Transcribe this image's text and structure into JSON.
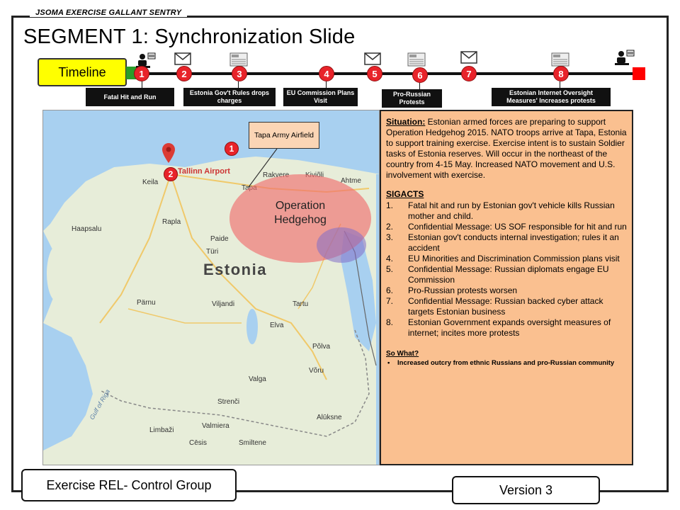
{
  "header": {
    "top_label": "JSOMA EXERCISE GALLANT SENTRY",
    "title": "SEGMENT 1:  Synchronization Slide"
  },
  "timeline": {
    "label": "Timeline",
    "markers": [
      "1",
      "2",
      "3",
      "4",
      "5",
      "6",
      "7",
      "8"
    ],
    "events": [
      "Fatal Hit and Run",
      "Estonia Gov't Rules drops charges",
      "EU Commission Plans Visit",
      "Pro-Russian Protests",
      "Estonian Internet Oversight Measures' Increases protests"
    ],
    "colors": {
      "start": "#2a9d2a",
      "end": "#ff0000",
      "marker": "#e8232a",
      "label_box": "#ffff00"
    }
  },
  "map": {
    "country": "Estonia",
    "callout": "Tapa Army Airfield",
    "operation": "Operation Hedgehog",
    "airport": "Tallinn Airport",
    "markers": [
      "1",
      "2"
    ],
    "places": [
      "Keila",
      "Rakvere",
      "Kiviõli",
      "Ahtme",
      "Tapa",
      "Haapsalu",
      "Rapla",
      "Paide",
      "Türi",
      "Pärnu",
      "Viljandi",
      "Tartu",
      "Elva",
      "Põlva",
      "Võru",
      "Valga",
      "Strenči",
      "Limbaži",
      "Valmiera",
      "Cēsis",
      "Smiltene",
      "Alūksne"
    ],
    "water": "Gulf of Riga"
  },
  "panel": {
    "situation_head": "Situation:",
    "situation_text": " Estonian armed forces are preparing to support Operation Hedgehog 2015. NATO troops arrive at Tapa, Estonia to support training exercise. Exercise intent is to sustain Soldier tasks of Estonia reserves. Will occur in the northeast of the country from 4-15 May. Increased NATO movement and U.S. involvement with exercise.",
    "sigacts_head": "SIGACTS",
    "sigacts": [
      {
        "num": "1.",
        "text": "Fatal hit and run by Estonian gov't vehicle kills Russian mother and child."
      },
      {
        "num": "2.",
        "text": "Confidential Message:  US SOF responsible for hit and run"
      },
      {
        "num": "3.",
        "text": "Estonian gov't conducts internal investigation; rules it an accident"
      },
      {
        "num": "4.",
        "text": "EU Minorities and Discrimination Commission plans visit"
      },
      {
        "num": "5.",
        "text": "Confidential Message:  Russian diplomats engage EU Commission"
      },
      {
        "num": "6.",
        "text": "Pro-Russian protests worsen"
      },
      {
        "num": "7.",
        "text": "Confidential Message:  Russian backed cyber attack targets Estonian business"
      },
      {
        "num": "8.",
        "text": "Estonian Government expands oversight measures of internet; incites more protests"
      }
    ],
    "sowhat_head": "So What?",
    "sowhat_bullet": "•",
    "sowhat_text": "Increased  outcry from  ethnic Russians and pro-Russian community",
    "background": "#fac090"
  },
  "footer": {
    "left": "Exercise REL- Control Group",
    "right": "Version 3"
  }
}
